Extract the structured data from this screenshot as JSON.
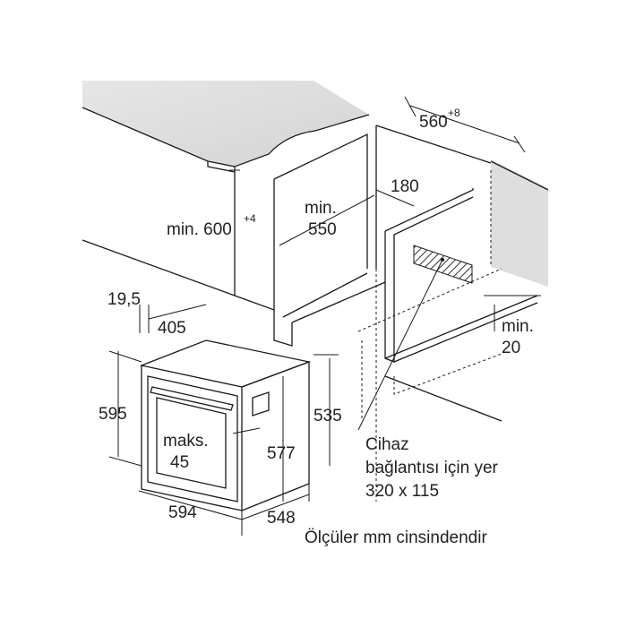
{
  "dimensions": {
    "niche_width": "560",
    "niche_width_tol": "+8",
    "niche_height": "min. 600",
    "niche_height_tol": "+4",
    "niche_depth_line1": "min.",
    "niche_depth_line2": "550",
    "vent_depth": "180",
    "back_gap_line1": "min.",
    "back_gap_line2": "20",
    "front_depth": "19,5",
    "panel_depth": "405",
    "oven_height": "595",
    "body_height": "535",
    "inner_height": "577",
    "handle_line1": "maks.",
    "handle_line2": "45",
    "oven_width": "594",
    "oven_depth": "548"
  },
  "notes": {
    "connection_line1": "Cihaz",
    "connection_line2": "bağlantısı için yer",
    "connection_line3": "320 x 115",
    "units": "Ölçüler mm cinsindendir"
  }
}
